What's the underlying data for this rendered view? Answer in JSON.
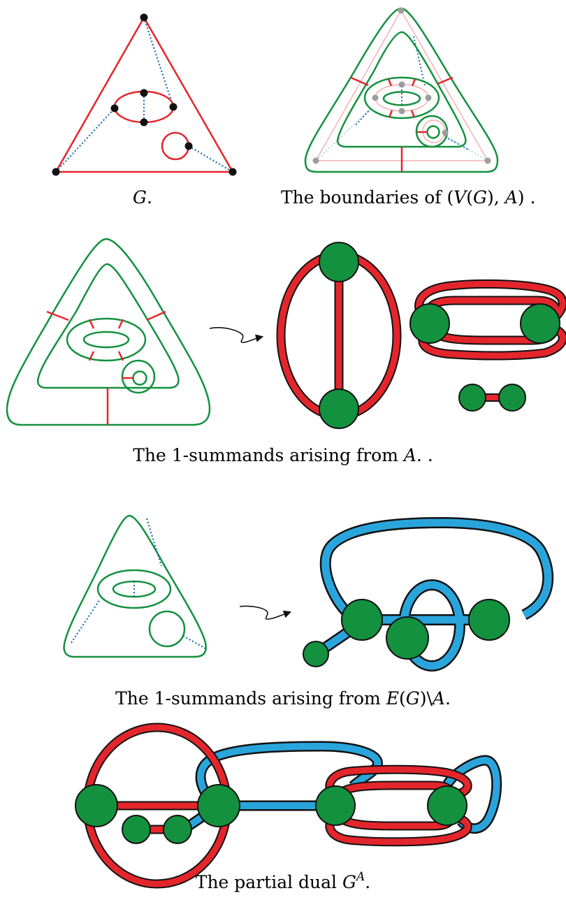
{
  "colors": {
    "red": "#e3262c",
    "green": "#14913f",
    "blue": "#2aa5dc",
    "dotted_blue": "#1b6fa8",
    "pale_red": "#f2a0a3",
    "pale_blue": "#8fc6df",
    "gray_vertex": "#9d9d9d",
    "black": "#111111"
  },
  "captions": {
    "graph": {
      "symbol": "G",
      "trail": "."
    },
    "boundaries": {
      "prefix": "The boundaries of (",
      "v": "V",
      "open": "(",
      "g": "G",
      "mid": "), ",
      "a": "A",
      "suffix": ") ."
    },
    "summands_a": {
      "prefix": "The 1-summands arising from ",
      "a": "A",
      "suffix": ". ."
    },
    "summands_complement": {
      "prefix": "The 1-summands arising from ",
      "e": "E",
      "open": "(",
      "g": "G",
      "mid": ")\\",
      "a": "A",
      "suffix": "."
    },
    "partial_dual": {
      "prefix": "The partial dual ",
      "g": "G",
      "sup": "A",
      "suffix": "."
    }
  }
}
